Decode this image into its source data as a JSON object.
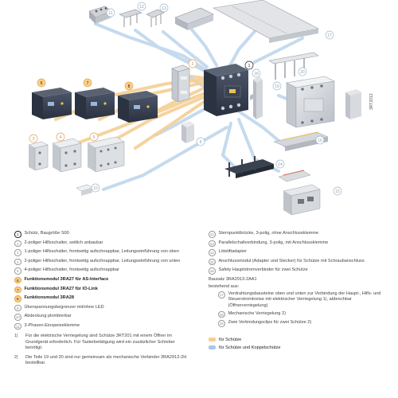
{
  "callouts": {
    "c1": "1",
    "c2": "2",
    "c3": "3",
    "c4": "4",
    "c5": "5",
    "c6": "6",
    "c7": "7",
    "c8": "8",
    "c9": "9",
    "c10": "10",
    "c11": "11",
    "c12": "12",
    "c13": "13",
    "c14": "14",
    "c15": "15",
    "c16": "16",
    "c17": "17",
    "c18": "18",
    "c19": "19",
    "c20": "20"
  },
  "side_label": "3RT2012",
  "legend_left": [
    {
      "num": "1",
      "text": "Schütz, Baugröße S00",
      "style": "main"
    },
    {
      "num": "2",
      "text": "2-poliger Hilfsschalter, seitlich anbaubar",
      "style": "grey"
    },
    {
      "num": "3",
      "text": "1-poliger Hilfsschalter, frontseitig aufschnappbar, Leitungseinführung von oben",
      "style": "grey"
    },
    {
      "num": "4",
      "text": "2-poliger Hilfsschalter, frontseitig aufschnappbar, Leitungseinführung von unten",
      "style": "grey"
    },
    {
      "num": "5",
      "text": "4-poliger Hilfsschalter, frontseitig aufschnappbar",
      "style": "grey"
    },
    {
      "num": "6",
      "text": "Funktionsmodul 3RA27 für AS-Interface",
      "style": "orange"
    },
    {
      "num": "7",
      "text": "Funktionsmodul 3RA27 für IO-Link",
      "style": "orange"
    },
    {
      "num": "8",
      "text": "Funktionsmodul 3RA28",
      "style": "orange"
    },
    {
      "num": "9",
      "text": "Überspannungsbegrenzer mit/ohne LED",
      "style": "grey"
    },
    {
      "num": "10",
      "text": "Abdeckung plombierbar",
      "style": "grey"
    },
    {
      "num": "11",
      "text": "3-Phasen-Einspeiseklemme",
      "style": "grey"
    }
  ],
  "footnote1": {
    "mark": "1)",
    "text": "Für die elektrische Verriegelung sind Schütze 3RT201 mit einem Öffner im Grundgerät erforderlich. Für Tasterbetätigung wird ein zusätzlicher Schieber benötigt."
  },
  "footnote2": {
    "mark": "2)",
    "text": "Die Teile 19 und 20 sind nur gemeinsam als mechanische Verbinder 3RA2912-2H bestellbar."
  },
  "legend_right": [
    {
      "num": "12",
      "text": "Sternpunktbrücke, 3-polig, ohne Anschlussklemme"
    },
    {
      "num": "13",
      "text": "Parallelschaltverbindung, 3-polig, mit Anschlussklemme"
    },
    {
      "num": "14",
      "text": "Lötstiftadapter"
    },
    {
      "num": "15",
      "text": "Anschlussmodul (Adapter und Stecker) für Schütze mit Schraubanschluss"
    },
    {
      "num": "16",
      "text": "Safety Hauptstromverbinder für zwei Schütze"
    }
  ],
  "kit_title": "Bausatz 3RA2913-2AA1",
  "kit_subtitle": "bestehend aus:",
  "kit_items": [
    {
      "num": "17",
      "text": "Verdrahtungsbausteine oben und unten zur Verbindung der Haupt-, Hilfs- und Steuerstromkreise mit elektrischer Verriegelung 1), abbrechbar (Öffnerverriegelung)"
    },
    {
      "num": "18",
      "text": "Mechanische Verriegelung 2)"
    },
    {
      "num": "19",
      "text": "Zwei Verbindungsclips für zwei Schütze 2)"
    }
  ],
  "key": [
    {
      "label": "für Schütze",
      "color": "#f6cf8c"
    },
    {
      "label": "für Schütze und Koppelschütze",
      "color": "#a9c8e6"
    }
  ]
}
